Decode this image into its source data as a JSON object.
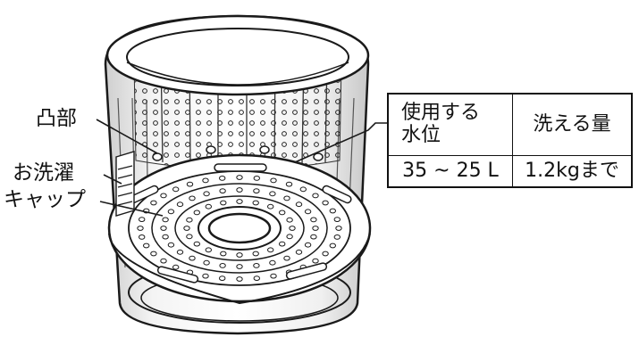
{
  "labels": {
    "boss": "凸部",
    "cap_line1": "お洗濯",
    "cap_line2": "キャップ"
  },
  "table": {
    "headers": [
      "使用する\n水位",
      "洗える量"
    ],
    "row": [
      "35 ~ 25 L",
      "1.2kgまで"
    ]
  },
  "colors": {
    "line": "#1a1a1a",
    "tub_shade": "#d9d9d9",
    "fill": "#ffffff"
  }
}
